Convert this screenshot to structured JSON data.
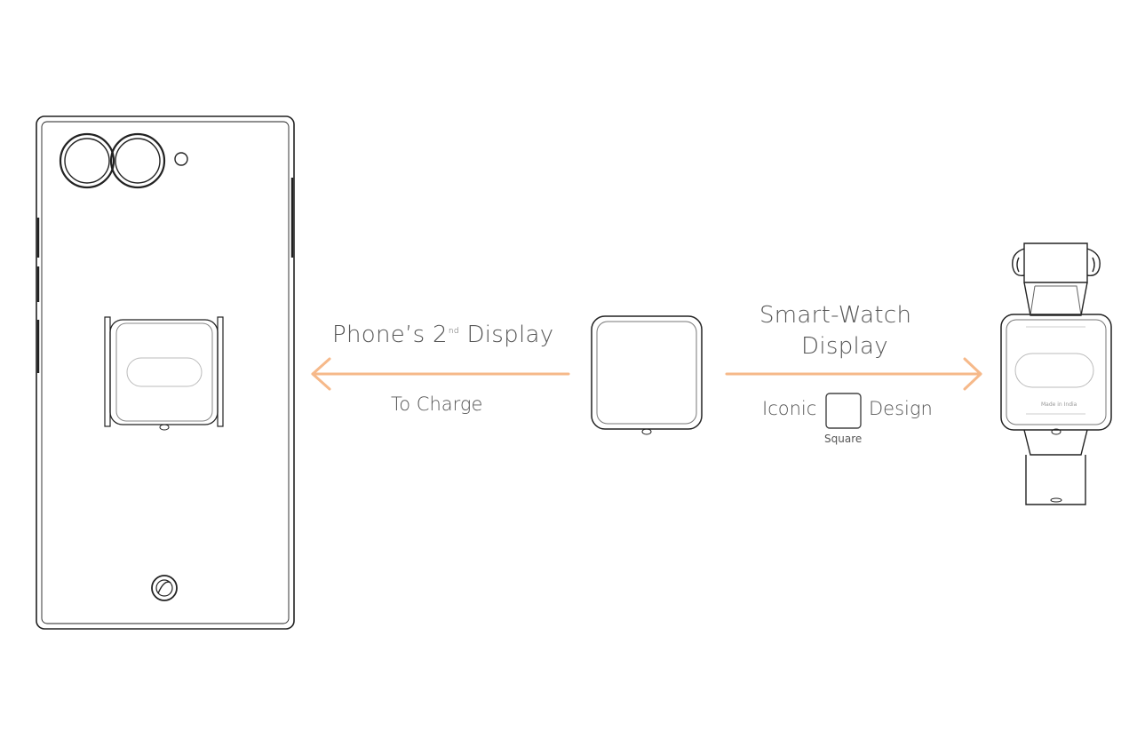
{
  "labels": {
    "phone_display_prefix": "Phone’s 2",
    "phone_display_sup": "nd",
    "phone_display_suffix": " Display",
    "to_charge": "To Charge",
    "smartwatch_line1": "Smart-Watch",
    "smartwatch_line2": "Display",
    "iconic": "Iconic",
    "design": "Design",
    "square": "Square",
    "made_in_india": "Made in India"
  },
  "colors": {
    "arrow": "#f6b98a",
    "line": "#222222",
    "faint_line": "#c8c8c8",
    "text": "#555555"
  }
}
